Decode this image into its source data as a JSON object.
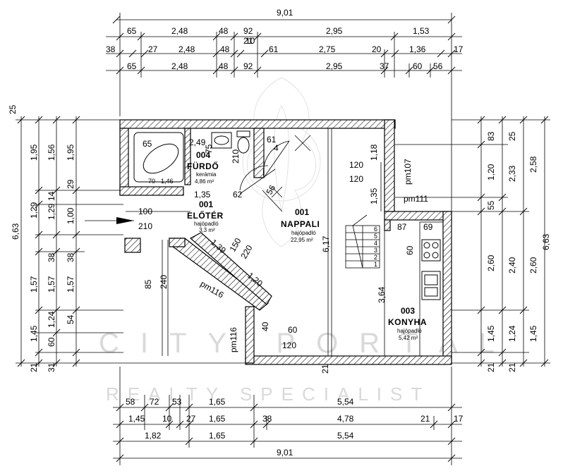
{
  "watermark": {
    "brand": "CITY PORTÁL",
    "tagline": "REALTY SPECIALIST"
  },
  "dims_top": {
    "row1_overall": "9,01",
    "row2": [
      "65",
      "2,48",
      "48",
      "21",
      "92",
      "2,95",
      "1,53"
    ],
    "row3": [
      "38",
      "27",
      "2,48",
      "48",
      "10",
      "61",
      "2,75",
      "20",
      "1,36",
      "17"
    ],
    "row4": [
      "65",
      "2,48",
      "48",
      "92",
      "2,95",
      "37",
      "60",
      "56"
    ]
  },
  "dims_bottom": {
    "row1": [
      "58",
      "72",
      "53",
      "1,65",
      "5,54"
    ],
    "row2": [
      "1,45",
      "10",
      "27",
      "1,65",
      "38",
      "4,78",
      "21",
      "17"
    ],
    "row3": [
      "1,82",
      "1,65",
      "5,54"
    ],
    "row4_overall": "9,01"
  },
  "dims_left": {
    "overall": "6,63",
    "col_a": [
      "25",
      "1,95",
      "1,29",
      "1,57",
      "1,45",
      "21"
    ],
    "col_b": [
      "1,56",
      "14",
      "1,29",
      "38",
      "1,57",
      "1,24",
      "60",
      "31"
    ],
    "col_c": [
      "1,95",
      "29",
      "1,00",
      "38",
      "1,57",
      "54"
    ]
  },
  "dims_right": {
    "overall": "6,63",
    "col_a": [
      "83",
      "1,20",
      "55",
      "2,60",
      "1,45",
      "21"
    ],
    "col_b": [
      "25",
      "2,33",
      "2,40",
      "1,24",
      "21"
    ],
    "col_c": [
      "2,58",
      "2,60",
      "1,45"
    ]
  },
  "rooms": [
    {
      "no": "004",
      "name": "FÜRDŐ",
      "floor": "kerámia",
      "area": "4,86 m²"
    },
    {
      "no": "001",
      "name": "ELŐTÉR",
      "floor": "hajópadló",
      "area": "3,3 m²"
    },
    {
      "no": "001",
      "name": "NAPPALI",
      "floor": "hajópadló",
      "area": "22,95 m²"
    },
    {
      "no": "003",
      "name": "KONYHA",
      "floor": "hajópadló",
      "area": "5,42 m²"
    }
  ],
  "interior_dims": {
    "bath_top": "2,49",
    "tub": "65",
    "tub_size": "1,46",
    "bath_210": "210",
    "bath_75": "75",
    "bath_135": "1,35",
    "door_62": "62",
    "entry_100": "100",
    "entry_210": "210",
    "d_85": "85",
    "d_240": "240",
    "d_139": "1,39",
    "d_150": "150",
    "d_220": "220",
    "d_120a": "1,20",
    "pm116a": "pm116",
    "pm116b": "pm116",
    "d_40": "40",
    "d_60": "60",
    "d_120b": "120",
    "d_61": "61",
    "d_56": "56",
    "d_118": "1,18",
    "w120a": "120",
    "w120b": "120",
    "d_135": "1,35",
    "pm107": "pm107",
    "pm111": "pm111",
    "living_617": "6,17",
    "stair_364": "3,64",
    "k87": "87",
    "k69": "69",
    "k60": "60",
    "d_21": "21",
    "b_4": "4",
    "tub_70": "70"
  },
  "stair_steps": [
    "1",
    "2",
    "3",
    "4",
    "5",
    "6"
  ],
  "colors": {
    "ink": "#000000",
    "paper": "#ffffff",
    "watermark": "#d9d9d9"
  }
}
